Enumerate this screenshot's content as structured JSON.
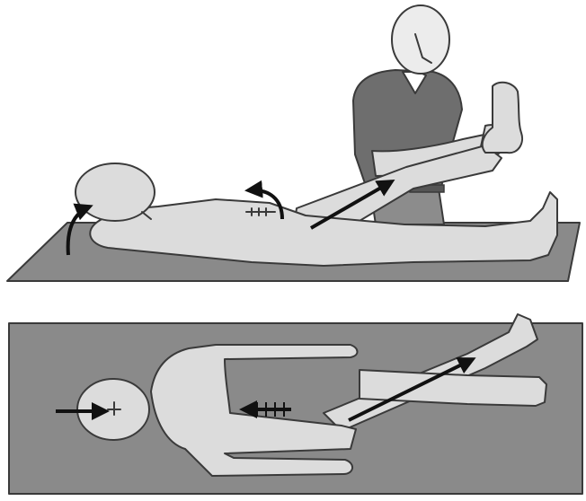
{
  "figure": {
    "panels": [
      {
        "id": "side-view",
        "view": "lateral"
      },
      {
        "id": "top-view",
        "view": "overhead"
      }
    ],
    "colors": {
      "mat": "#8a8a8a",
      "skin": "#dcdcdc",
      "examiner_shirt": "#6e6e6e",
      "examiner_pants": "#8c8c8c",
      "outline": "#3a3a3a",
      "arrow": "#111111"
    },
    "icons": [
      "straight-arrow-icon",
      "curved-arrow-icon",
      "hatched-arrow-icon"
    ]
  }
}
